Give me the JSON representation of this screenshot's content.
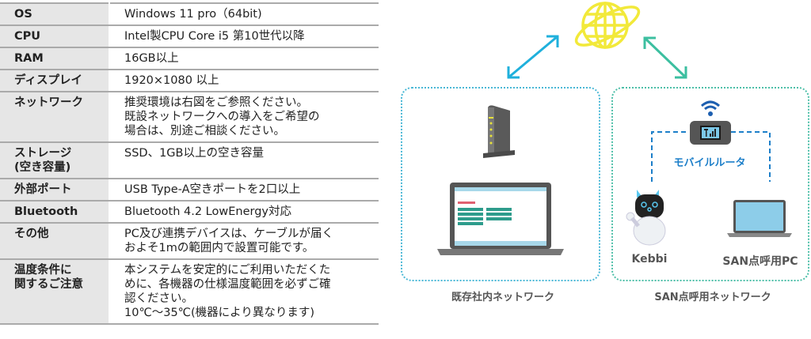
{
  "spec_table": [
    {
      "label": "OS",
      "value": "Windows 11 pro（64bit)"
    },
    {
      "label": "CPU",
      "value": "Intel製CPU Core i5 第10世代以降"
    },
    {
      "label": "RAM",
      "value": "16GB以上"
    },
    {
      "label": "ディスプレイ",
      "value": "1920×1080 以上"
    },
    {
      "label": "ネットワーク",
      "value": "推奨環境は右図をご参照ください。\n既設ネットワークへの導入をご希望の\n場合は、別途ご相談ください。"
    },
    {
      "label": "ストレージ\n(空き容量)",
      "value": "SSD、1GB以上の空き容量"
    },
    {
      "label": "外部ポート",
      "value": "USB Type-A空きポートを2口以上"
    },
    {
      "label": "Bluetooth",
      "value": "Bluetooth 4.2 LowEnergy対応"
    },
    {
      "label": "その他",
      "value": "PC及び連携デバイスは、ケーブルが届く\nおよそ1mの範囲内で設置可能です。"
    },
    {
      "label": "温度条件に\n関するご注意",
      "value": "本システムを安定的にご利用いただくた\nめに、各機器の仕様温度範囲を必ずご確\n認ください。\n10℃～35℃(機器により異なります)"
    }
  ],
  "diagram": {
    "left_network_label": "既存社内ネットワーク",
    "right_network_label": "SAN点呼用ネットワーク",
    "mobile_router_label": "モバイルルータ",
    "kebbi_label": "Kebbi",
    "pc_label": "SAN点呼用PC",
    "colors": {
      "globe": "#f2e93a",
      "left_arrow": "#1fb0dc",
      "right_arrow": "#3cbfa0",
      "router_label": "#1d7fc9"
    }
  }
}
